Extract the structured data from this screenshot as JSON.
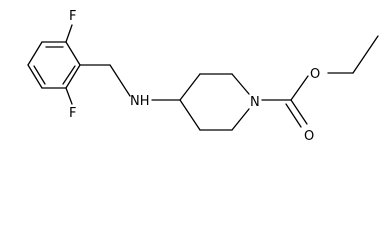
{
  "molecule": {
    "atoms": [
      {
        "id": "F1",
        "label": "F",
        "name": "fluorine-top-label"
      },
      {
        "id": "F2",
        "label": "F",
        "name": "fluorine-bottom-label"
      },
      {
        "id": "NH",
        "label": "NH",
        "name": "amine-nh-label"
      },
      {
        "id": "N1",
        "label": "N",
        "name": "piperidine-nitrogen-label"
      },
      {
        "id": "O1",
        "label": "O",
        "name": "ester-oxygen-label"
      },
      {
        "id": "O2",
        "label": "O",
        "name": "carbonyl-oxygen-label"
      }
    ]
  }
}
